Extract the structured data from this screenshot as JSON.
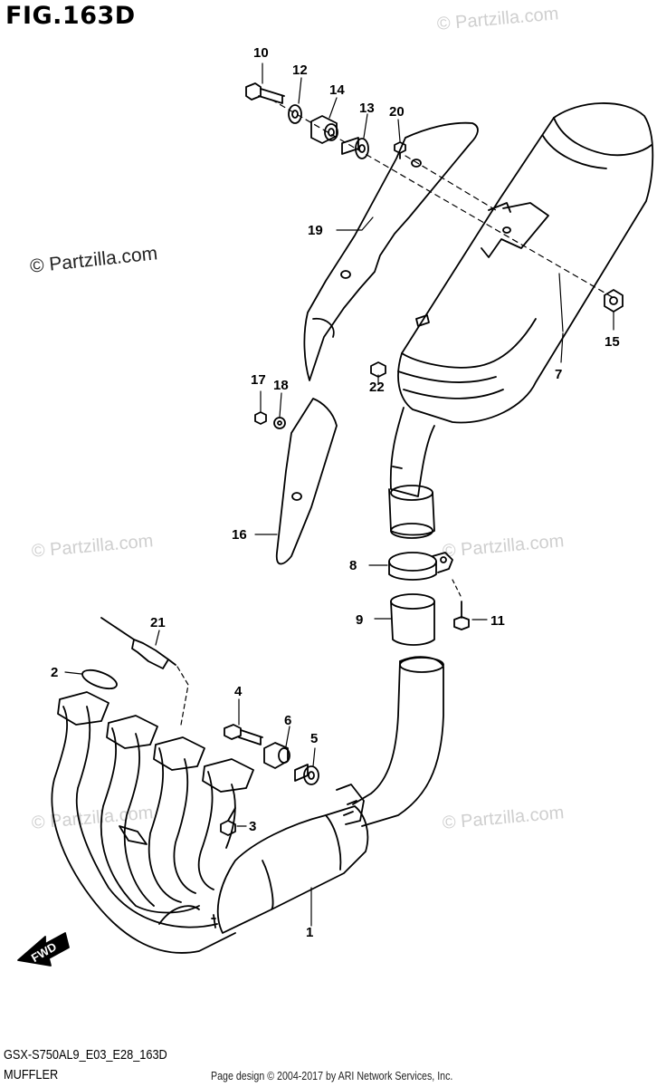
{
  "figure": {
    "title": "FIG.163D",
    "model_code": "GSX-S750AL9_E03_E28_163D",
    "section_name": "MUFFLER"
  },
  "credit": "Page design © 2004-2017 by ARI Network Services, Inc.",
  "watermark": {
    "text": "© Partzilla.com",
    "color": "#cfcfcf"
  },
  "direction_indicator": "FWD",
  "callouts": [
    "1",
    "2",
    "3",
    "4",
    "5",
    "6",
    "7",
    "8",
    "9",
    "10",
    "11",
    "12",
    "13",
    "14",
    "15",
    "16",
    "17",
    "18",
    "19",
    "20",
    "21",
    "22"
  ]
}
